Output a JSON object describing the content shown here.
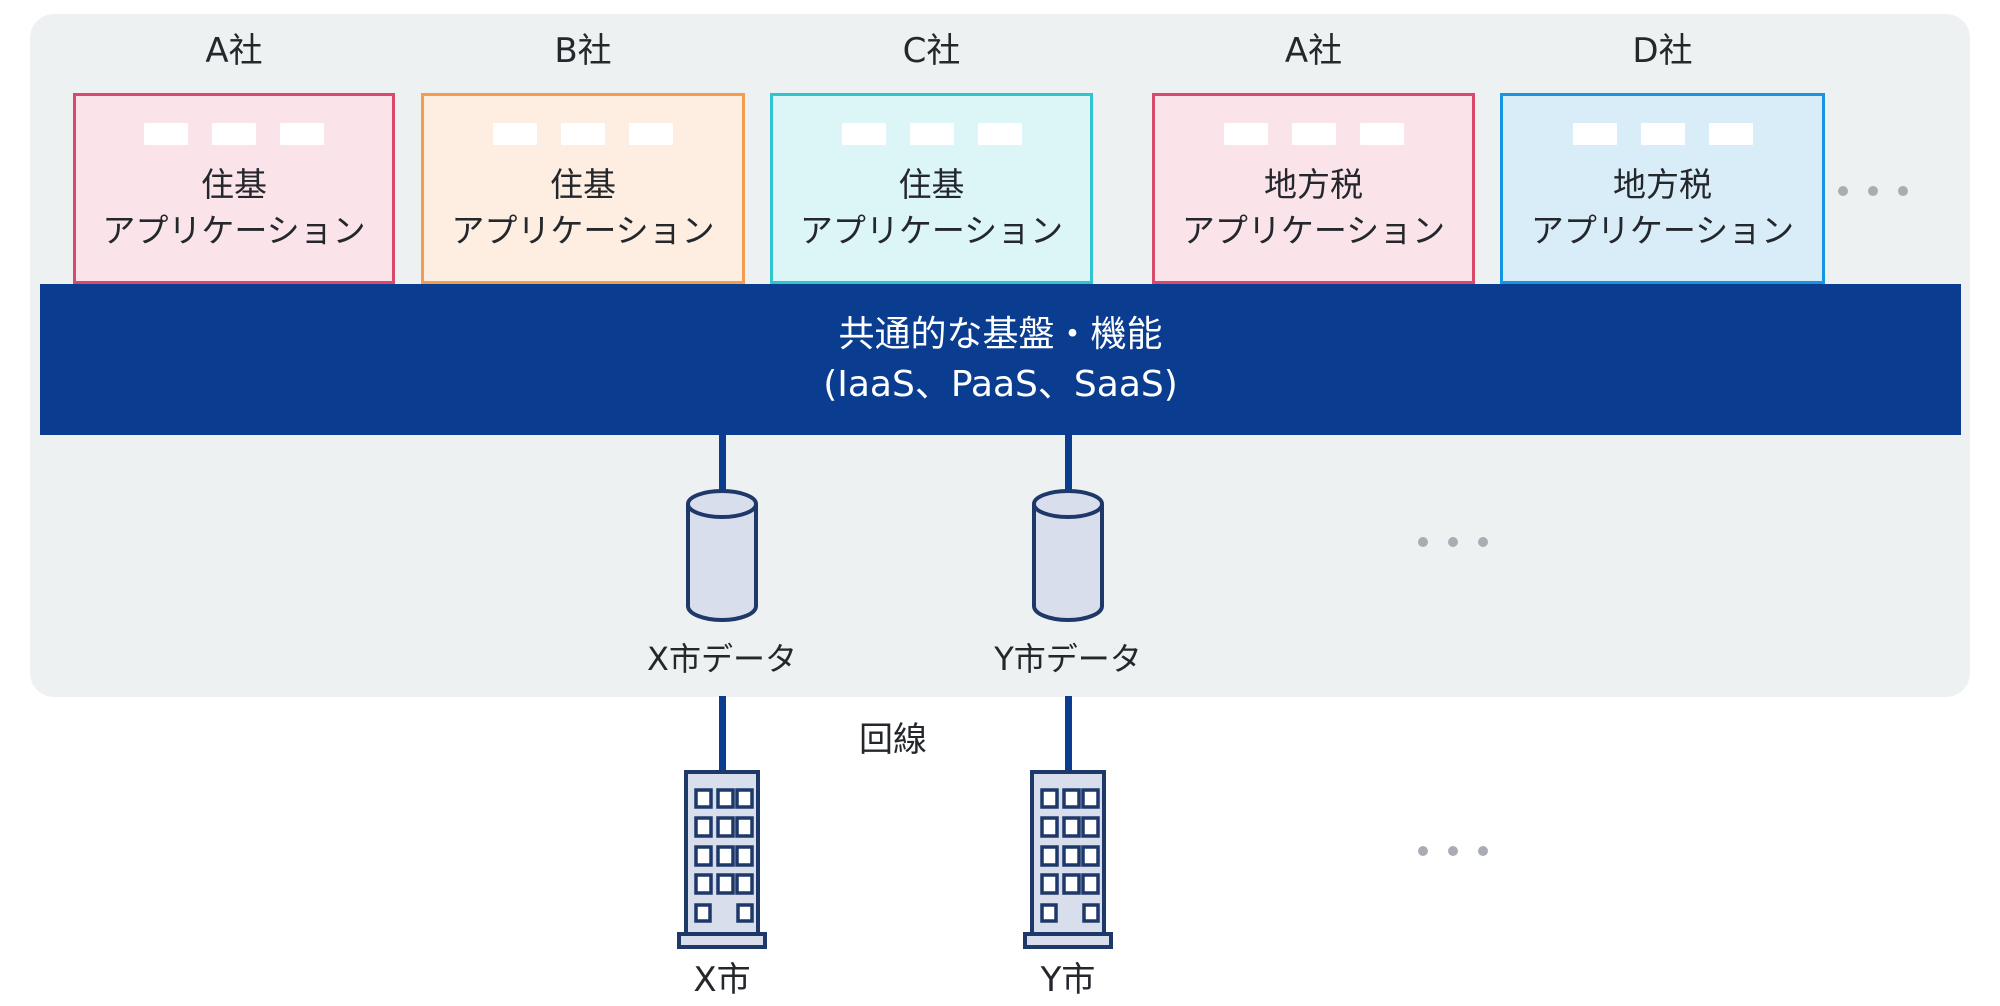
{
  "colors": {
    "panel_bg": "#eef1f2",
    "platform_bar_bg": "#0a3c90",
    "connector": "#0a3c90",
    "icon_fill": "#d9deec",
    "icon_stroke": "#1d3869",
    "ellipsis_dot": "#a9adb3",
    "text": "#24272c"
  },
  "panel": {
    "providers": [
      {
        "company": "A社",
        "app_line1": "住基",
        "app_line2": "アプリケーション",
        "border_color": "#d84a69",
        "fill_color": "#fbe4e9"
      },
      {
        "company": "B社",
        "app_line1": "住基",
        "app_line2": "アプリケーション",
        "border_color": "#f49d51",
        "fill_color": "#fdeee1"
      },
      {
        "company": "C社",
        "app_line1": "住基",
        "app_line2": "アプリケーション",
        "border_color": "#2fc4ce",
        "fill_color": "#dcf5f7"
      },
      {
        "company": "A社",
        "app_line1": "地方税",
        "app_line2": "アプリケーション",
        "border_color": "#d84a69",
        "fill_color": "#fbe4e9"
      },
      {
        "company": "D社",
        "app_line1": "地方税",
        "app_line2": "アプリケーション",
        "border_color": "#1595e2",
        "fill_color": "#d9edf8"
      }
    ],
    "platform_bar": {
      "line1": "共通的な基盤・機能",
      "line2": "(IaaS、PaaS、SaaS)"
    },
    "databases": [
      {
        "label": "X市データ"
      },
      {
        "label": "Y市データ"
      }
    ]
  },
  "network": {
    "line_label": "回線"
  },
  "municipalities": [
    {
      "label": "X市"
    },
    {
      "label": "Y市"
    }
  ]
}
